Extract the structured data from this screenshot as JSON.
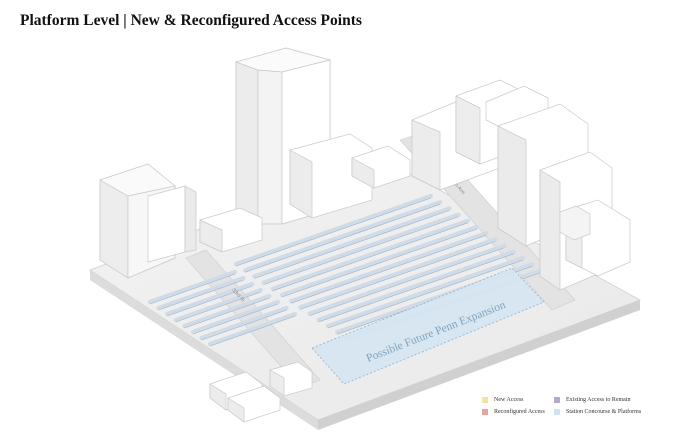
{
  "title": "Platform Level | New & Reconfigured Access Points",
  "street_labels": {
    "west_street": "33rd St",
    "east_street": "8th Ave"
  },
  "expansion_label": "Possible Future Penn Expansion",
  "legend": [
    {
      "label": "New Access",
      "color": "#f3e3a0",
      "icon": "new-access-swatch"
    },
    {
      "label": "Existing Access to Remain",
      "color": "#b1abd2",
      "icon": "existing-access-swatch"
    },
    {
      "label": "Reconfigured Access",
      "color": "#e8a3a3",
      "icon": "reconfigured-access-swatch"
    },
    {
      "label": "Station Concourse & Platforms",
      "color": "#cfe3f1",
      "icon": "station-concourse-swatch"
    }
  ],
  "colors": {
    "platform": "#cfdbe6",
    "platform_edge": "#9fb3c4",
    "building": "#ffffff",
    "building_shade": "#e6e6e6",
    "expansion_fill": "#d6e6f2",
    "expansion_text": "#7ea3c0",
    "yellow": "#f0d87a",
    "purple": "#8f86c0",
    "red": "#d86a6a"
  }
}
